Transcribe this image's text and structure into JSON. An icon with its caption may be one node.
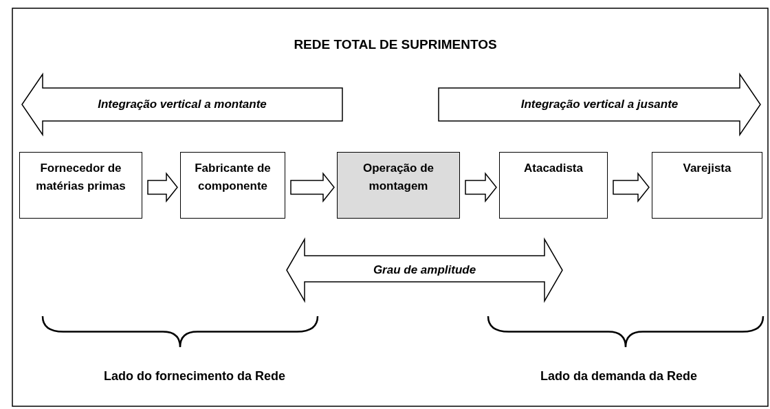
{
  "diagram": {
    "title": "REDE TOTAL DE SUPRIMENTOS",
    "nodes": [
      {
        "text": [
          "Integração vertical a montante"
        ]
      },
      {
        "text": [
          "Integração vertical a jusante"
        ]
      },
      {
        "text": [
          "Fornecedor de matérias primas"
        ]
      },
      {
        "text": [
          "Fabricante de componente"
        ]
      },
      {
        "text": [
          "Operação de montagem"
        ]
      },
      {
        "text": [
          "Atacadista"
        ]
      },
      {
        "text": [
          "Varejista"
        ]
      },
      {
        "text": [
          "Grau de amplitude"
        ]
      }
    ],
    "edges": [
      {
        "from": 2,
        "to": 3,
        "arrow": "to"
      },
      {
        "from": 3,
        "to": 4,
        "arrow": "to"
      },
      {
        "from": 4,
        "to": 5,
        "arrow": "to"
      },
      {
        "from": 5,
        "to": 6,
        "arrow": "to"
      }
    ],
    "labels": [
      "Lado do fornecimento da Rede",
      "Lado da demanda da Rede"
    ]
  }
}
